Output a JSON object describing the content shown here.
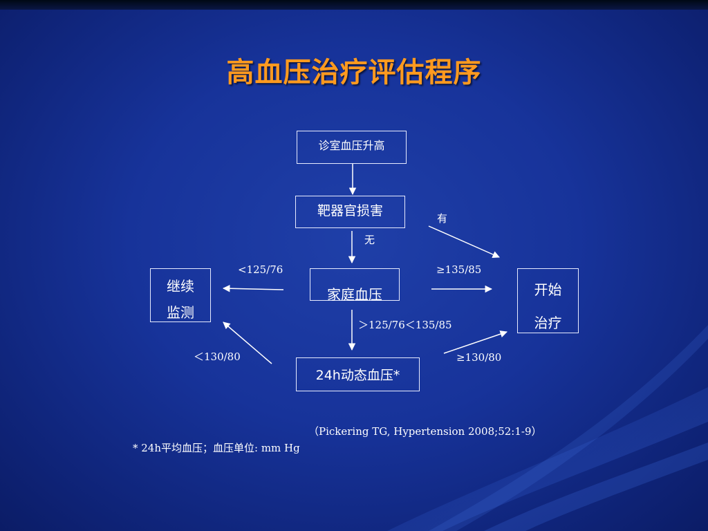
{
  "title": "高血压治疗评估程序",
  "nodes": {
    "office_bp": "诊室血压升高",
    "target_organ": "靶器官损害",
    "home_bp": "家庭血压",
    "ambulatory": "24h动态血压*",
    "continue_line1": "继续",
    "continue_line2": "监测",
    "start_line1": "开始",
    "start_line2": "治疗"
  },
  "edge_labels": {
    "yes": "有",
    "no": "无",
    "low_home": "<125/76",
    "high_home": "≥135/85",
    "mid_home": "＞125/76＜135/85",
    "low_amb": "＜130/80",
    "high_amb": "≥130/80"
  },
  "citation": "（Pickering TG,  Hypertension 2008;52:1-9）",
  "footnote": "* 24h平均血压；血压单位: mm Hg",
  "colors": {
    "title": "#ff9a1f",
    "background": "#17339a",
    "lines": "#ffffff"
  }
}
